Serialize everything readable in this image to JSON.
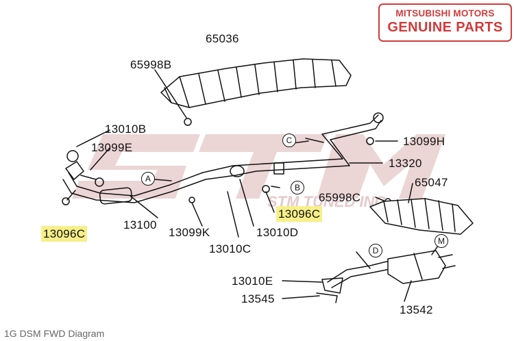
{
  "badge": {
    "line1": "MITSUBISHI MOTORS",
    "line2": "GENUINE PARTS"
  },
  "watermark": {
    "text": "STM",
    "subtext": "STM TUNED INC."
  },
  "part_labels": {
    "p65036": "65036",
    "p65998B": "65998B",
    "p13010B": "13010B",
    "p13099E": "13099E",
    "p13096C_left": "13096C",
    "p13100": "13100",
    "p13099K": "13099K",
    "p13010C": "13010C",
    "p13010D": "13010D",
    "p13096C_mid": "13096C",
    "p13320": "13320",
    "p13099H": "13099H",
    "p65047": "65047",
    "p65998C": "65998C",
    "p13010E": "13010E",
    "p13545": "13545",
    "p13542": "13542"
  },
  "callouts": {
    "A": "A",
    "B": "B",
    "C": "C",
    "D": "D",
    "M": "M"
  },
  "caption": "1G DSM FWD Diagram",
  "colors": {
    "badge": "#d23a3a",
    "highlight": "#f7f08a",
    "watermark": "#e9d3d3"
  }
}
